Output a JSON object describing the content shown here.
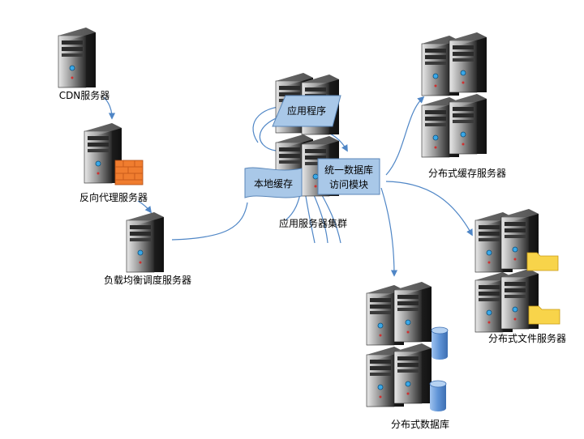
{
  "nodes": {
    "cdn": {
      "label": "CDN服务器"
    },
    "reverse_proxy": {
      "label": "反向代理服务器"
    },
    "load_balancer": {
      "label": "负载均衡调度服务器"
    },
    "app_cluster": {
      "label": "应用服务器集群"
    },
    "app_program": {
      "label": "应用程序"
    },
    "local_cache": {
      "label": "本地缓存"
    },
    "data_access": {
      "line1": "统一数据库",
      "line2": "访问模块"
    },
    "dist_cache": {
      "label": "分布式缓存服务器"
    },
    "dist_file": {
      "label": "分布式文件服务器"
    },
    "dist_db": {
      "label": "分布式数据库"
    }
  },
  "edges": [
    {
      "from": "cdn",
      "to": "reverse_proxy"
    },
    {
      "from": "reverse_proxy",
      "to": "load_balancer"
    },
    {
      "from": "load_balancer",
      "to": "app_cluster"
    },
    {
      "from": "data_access",
      "to": "dist_cache"
    },
    {
      "from": "data_access",
      "to": "dist_file"
    },
    {
      "from": "data_access",
      "to": "dist_db"
    }
  ],
  "colors": {
    "arrow": "#4f86c6",
    "box_fill": "#a9c8e8",
    "box_stroke": "#5a86b8",
    "firewall": "#f07d2f",
    "folder": "#f8d44a",
    "db_cylinder": "#6f9fd8"
  },
  "icons": [
    "server-icon",
    "firewall-icon",
    "folder-icon",
    "database-icon"
  ]
}
